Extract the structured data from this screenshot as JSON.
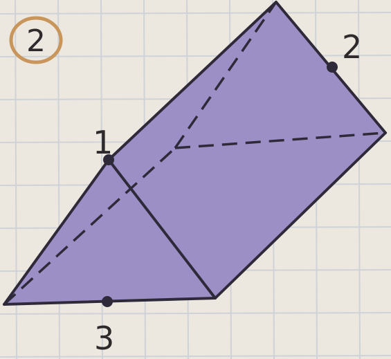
{
  "badge": {
    "number": "2",
    "ring_color": "#c8955a"
  },
  "figure": {
    "fill_color": "#9b8fc6",
    "edge_color": "#2f2a3a",
    "grid_color": "#cfd3d8"
  },
  "points": [
    {
      "label": "1"
    },
    {
      "label": "2"
    },
    {
      "label": "3"
    }
  ]
}
